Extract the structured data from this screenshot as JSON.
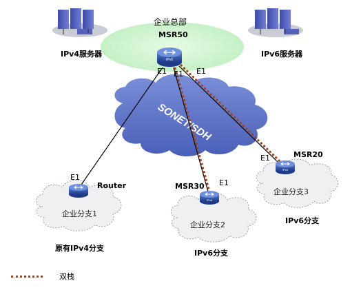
{
  "headquarters": {
    "label": "企业总部",
    "router": "MSR50",
    "router_badge": "IPv6",
    "ipv4_server": "IPv4服务器",
    "ipv6_server": "IPv6服务器",
    "ports": [
      "E1",
      "E1",
      "E1"
    ]
  },
  "wan": {
    "label": "SONET/SDH"
  },
  "branches": [
    {
      "cloud": "企业分支1",
      "router": "Router",
      "port": "E1",
      "caption": "原有IPv4分支",
      "router_badge": ""
    },
    {
      "cloud": "企业分支2",
      "router": "MSR30",
      "port": "E1",
      "caption": "IPv6分支",
      "router_badge": "IPv6"
    },
    {
      "cloud": "企业分支3",
      "router": "MSR20",
      "port": "E1",
      "caption": "IPv6分支",
      "router_badge": "IPv6"
    }
  ],
  "legend": {
    "label": "双栈"
  },
  "colors": {
    "dual_stack": "#a0411b",
    "hq_zone": "#c8f0c8",
    "wan_cloud": "#5d72c4",
    "router": "#2d4a9a"
  }
}
